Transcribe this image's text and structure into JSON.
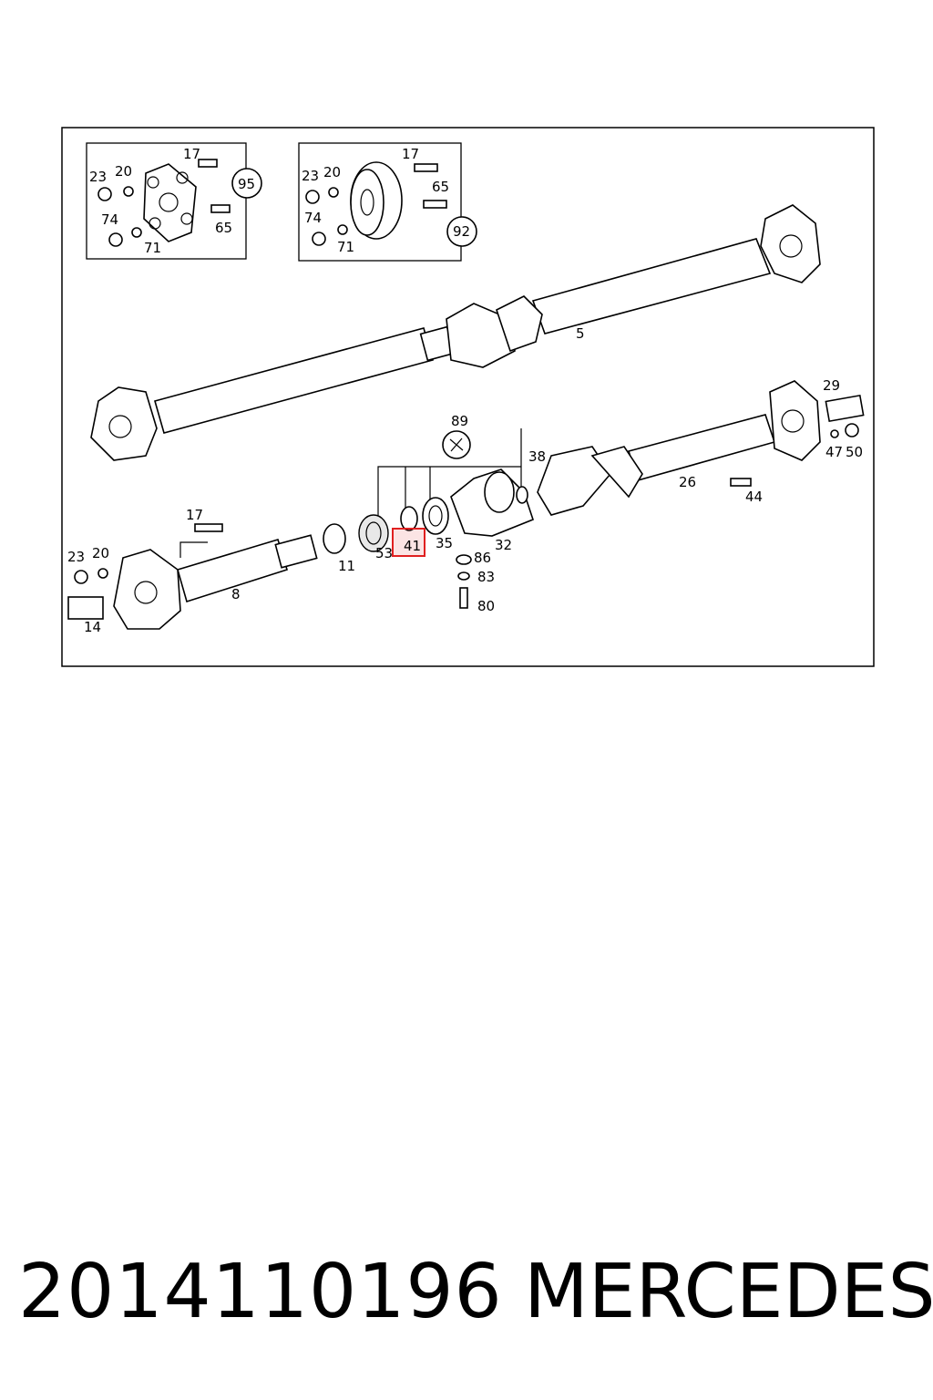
{
  "diagram": {
    "callouts": {
      "c17a": "17",
      "c23a": "23",
      "c20a": "20",
      "c95": "95",
      "c74a": "74",
      "c65a": "65",
      "c71a": "71",
      "c17b": "17",
      "c23b": "23",
      "c20b": "20",
      "c65b": "65",
      "c74b": "74",
      "c71b": "71",
      "c92": "92",
      "c5": "5",
      "c29": "29",
      "c89": "89",
      "c38": "38",
      "c47": "47",
      "c50": "50",
      "c26": "26",
      "c44": "44",
      "c17c": "17",
      "c23c": "23",
      "c20c": "20",
      "c11": "11",
      "c53": "53",
      "c41": "41",
      "c35": "35",
      "c32": "32",
      "c86": "86",
      "c83": "83",
      "c80": "80",
      "c8": "8",
      "c14": "14"
    },
    "highlight": {
      "part": "41",
      "color": "#e02020"
    }
  },
  "caption": {
    "part_number": "2014110196",
    "brand": "MERCEDES"
  }
}
